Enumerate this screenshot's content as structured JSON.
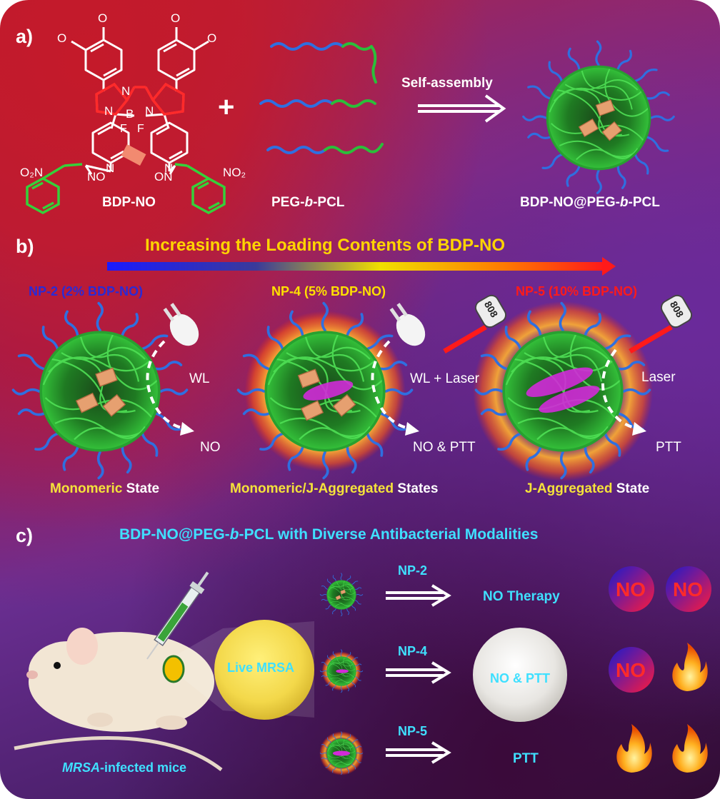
{
  "panel_a": {
    "label": "a)",
    "molecule_label": "BDP-NO",
    "polymer_label": "PEG-",
    "polymer_b": "b",
    "polymer_tail": "-PCL",
    "plus": "+",
    "arrow_label": "Self-assembly",
    "product_label_1": "BDP-NO@PEG-",
    "product_b": "b",
    "product_label_2": "-PCL",
    "chem": {
      "nitro_left": "O₂N",
      "nitro_right": "NO₂",
      "no_left": "NO",
      "no_right": "ON",
      "n": "N",
      "b": "B",
      "f": "F",
      "ome": "O"
    }
  },
  "panel_b": {
    "label": "b)",
    "title": "Increasing the Loading Contents of BDP-NO",
    "np2": "NP-2  (2% BDP-NO)",
    "np4": "NP-4 (5% BDP-NO)",
    "np5": "NP-5  (10% BDP-NO)",
    "laser_text": "808",
    "wl": "WL",
    "wl_laser": "WL + Laser",
    "laser": "Laser",
    "out_no": "NO",
    "out_no_ptt": "NO & PTT",
    "out_ptt": "PTT",
    "state1_y": "Monomeric",
    "state1_w": " State",
    "state2_y": "Monomeric/J-Aggregated",
    "state2_w": " States",
    "state3_y": "J-Aggregated",
    "state3_w": " State"
  },
  "panel_c": {
    "label": "c)",
    "title_1": "BDP-NO@PEG-",
    "title_b": "b",
    "title_2": "-PCL with Diverse Antibacterial Modalities",
    "live": "Live MRSA",
    "mice_i": "MRSA",
    "mice_rest": "-infected mice",
    "rows": [
      {
        "np": "NP-2",
        "result": "NO Therapy"
      },
      {
        "np": "NP-4",
        "result": "NO & PTT"
      },
      {
        "np": "NP-5",
        "result": "PTT"
      }
    ],
    "no_badge": "NO"
  },
  "colors": {
    "peg": "#2f6fe0",
    "pcl": "#2bbf3a",
    "nitro": "#35d13a",
    "np2_label": "#2a2ad6",
    "np4_label": "#ffe000",
    "np5_label": "#ff1a1a",
    "cyan_text": "#3fe0ff",
    "yellow_text": "#f5e23a"
  }
}
